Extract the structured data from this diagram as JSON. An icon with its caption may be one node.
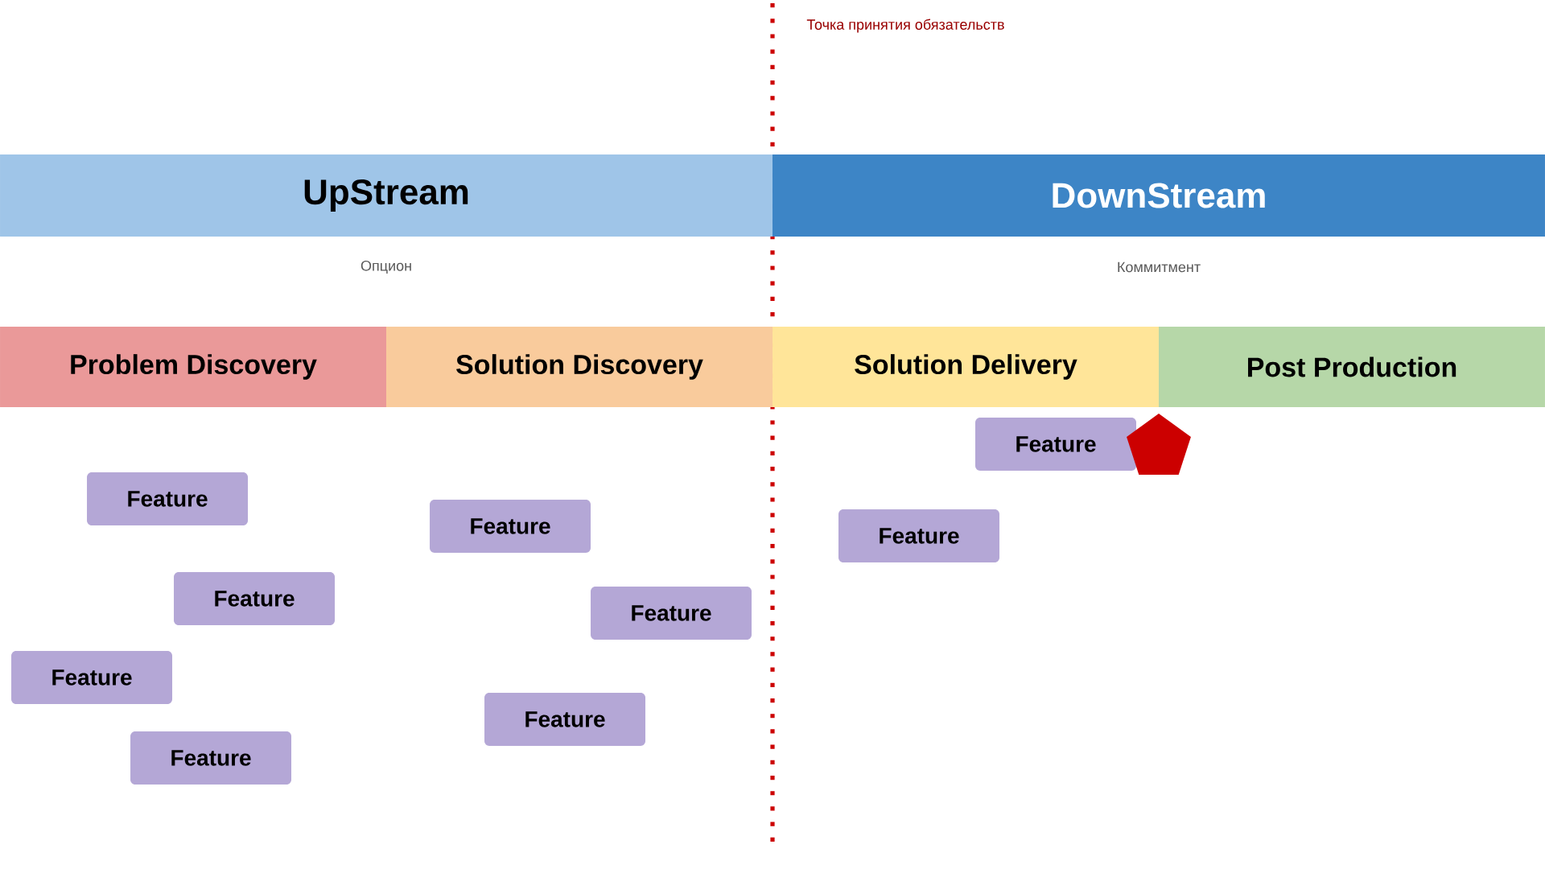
{
  "diagram": {
    "nodes": [
      {
        "text": [
          "UpStream"
        ]
      },
      {
        "text": [
          "DownStream"
        ]
      },
      {
        "text": [
          "Problem Discovery"
        ]
      },
      {
        "text": [
          "Solution Discovery"
        ]
      },
      {
        "text": [
          "Solution Delivery"
        ]
      },
      {
        "text": [
          "Post Production"
        ]
      },
      {
        "text": [
          "Feature"
        ]
      },
      {
        "text": [
          "Feature"
        ]
      },
      {
        "text": [
          "Feature"
        ]
      },
      {
        "text": [
          "Feature"
        ]
      },
      {
        "text": [
          "Feature"
        ]
      },
      {
        "text": [
          "Feature"
        ]
      },
      {
        "text": [
          "Feature"
        ]
      },
      {
        "text": [
          "Feature"
        ]
      },
      {
        "text": [
          "Feature"
        ]
      },
      {
        "text": [],
        "shape": "pentagon"
      }
    ],
    "labels": [
      "Точка принятия обязательств",
      "Опцион",
      "Коммитмент"
    ]
  }
}
